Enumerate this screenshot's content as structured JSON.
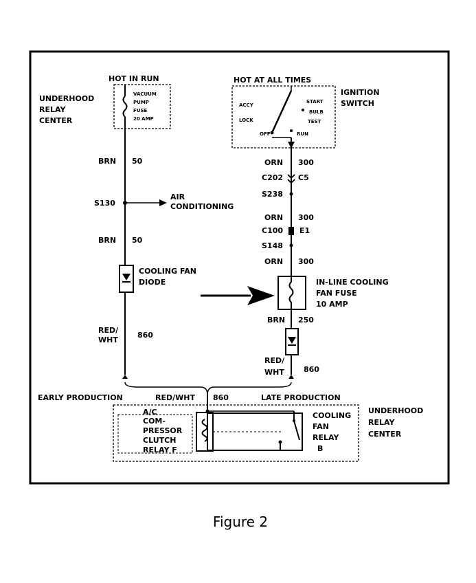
{
  "labels": {
    "hot_in_run": "HOT IN RUN",
    "hot_at_all_times": "HOT AT ALL TIMES",
    "ignition_switch_1": "IGNITION",
    "ignition_switch_2": "SWITCH",
    "relay_center_top_1": "UNDERHOOD",
    "relay_center_top_2": "RELAY",
    "relay_center_top_3": "CENTER",
    "relay_center_bottom_1": "UNDERHOOD",
    "relay_center_bottom_2": "RELAY",
    "relay_center_bottom_3": "CENTER",
    "fuse_text_1": "VACUUM",
    "fuse_text_2": "PUMP",
    "fuse_text_3": "FUSE",
    "fuse_text_4": "20 AMP",
    "sw_accy": "ACCY",
    "sw_lock": "LOCK",
    "sw_off": "OFF",
    "sw_run": "RUN",
    "sw_start": "START",
    "sw_bulb": "BULB",
    "sw_test": "TEST",
    "left_brn_1": "BRN",
    "left_brn_1_num": "50",
    "s130": "S130",
    "air_cond_1": "AIR",
    "air_cond_2": "CONDITIONING",
    "left_brn_2": "BRN",
    "left_brn_2_num": "50",
    "cooling_fan_diode_1": "COOLING FAN",
    "cooling_fan_diode_2": "DIODE",
    "left_redwht_1": "RED/",
    "left_redwht_2": "WHT",
    "left_redwht_num": "860",
    "orn_1": "ORN",
    "orn_1_num": "300",
    "c202": "C202",
    "c5": "C5",
    "s238": "S238",
    "orn_2": "ORN",
    "orn_2_num": "300",
    "c100": "C100",
    "e1": "E1",
    "s148": "S148",
    "orn_3": "ORN",
    "orn_3_num": "300",
    "inline_fuse_1": "IN-LINE COOLING",
    "inline_fuse_2": "FAN FUSE",
    "inline_fuse_3": "10 AMP",
    "right_brn": "BRN",
    "right_brn_num": "250",
    "right_redwht_1": "RED/",
    "right_redwht_2": "WHT",
    "right_redwht_num": "860",
    "early_production": "EARLY PRODUCTION",
    "red_wht_860": "RED/WHT",
    "red_wht_860_num": "860",
    "late_production": "LATE PRODUCTION",
    "ac_relay_1": "A/C",
    "ac_relay_2": "COM-",
    "ac_relay_3": "PRESSOR",
    "ac_relay_4": "CLUTCH",
    "ac_relay_5": "RELAY  F",
    "cooling_relay_1": "COOLING",
    "cooling_relay_2": "FAN",
    "cooling_relay_3": "RELAY",
    "cooling_relay_4": "B"
  },
  "caption": "Figure 2"
}
